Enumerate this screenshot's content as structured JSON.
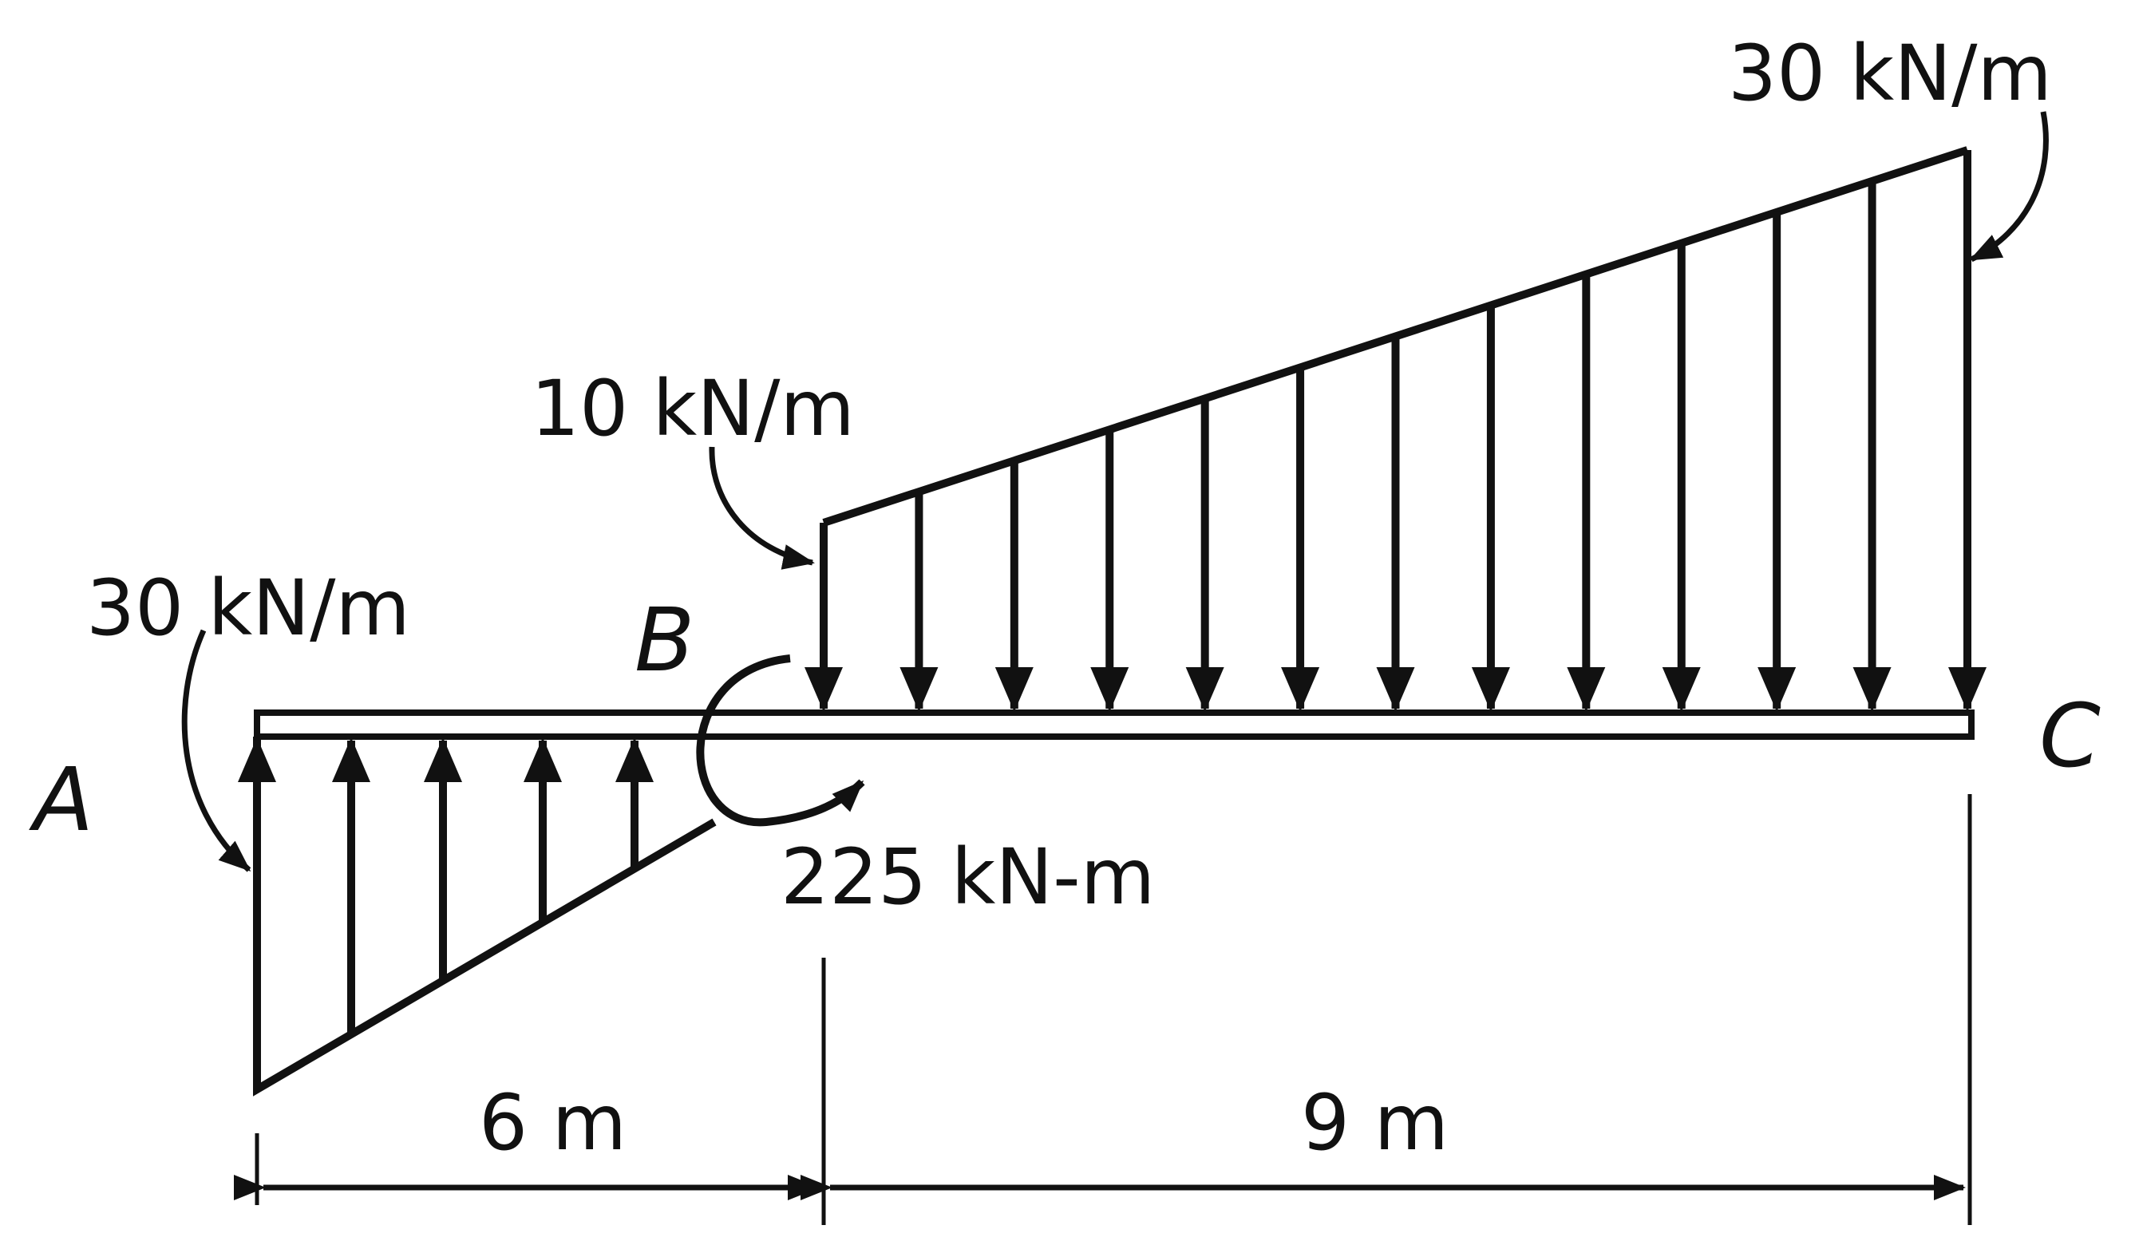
{
  "diagram": {
    "point_a": "A",
    "point_b": "B",
    "point_c": "C",
    "load_left_label": "30 kN/m",
    "load_mid_label": "10 kN/m",
    "load_right_label": "30 kN/m",
    "moment_label": "225 kN-m",
    "dim_left_label": "6 m",
    "dim_right_label": "9 m",
    "line_color": "#111111",
    "background_color": "#ffffff"
  }
}
